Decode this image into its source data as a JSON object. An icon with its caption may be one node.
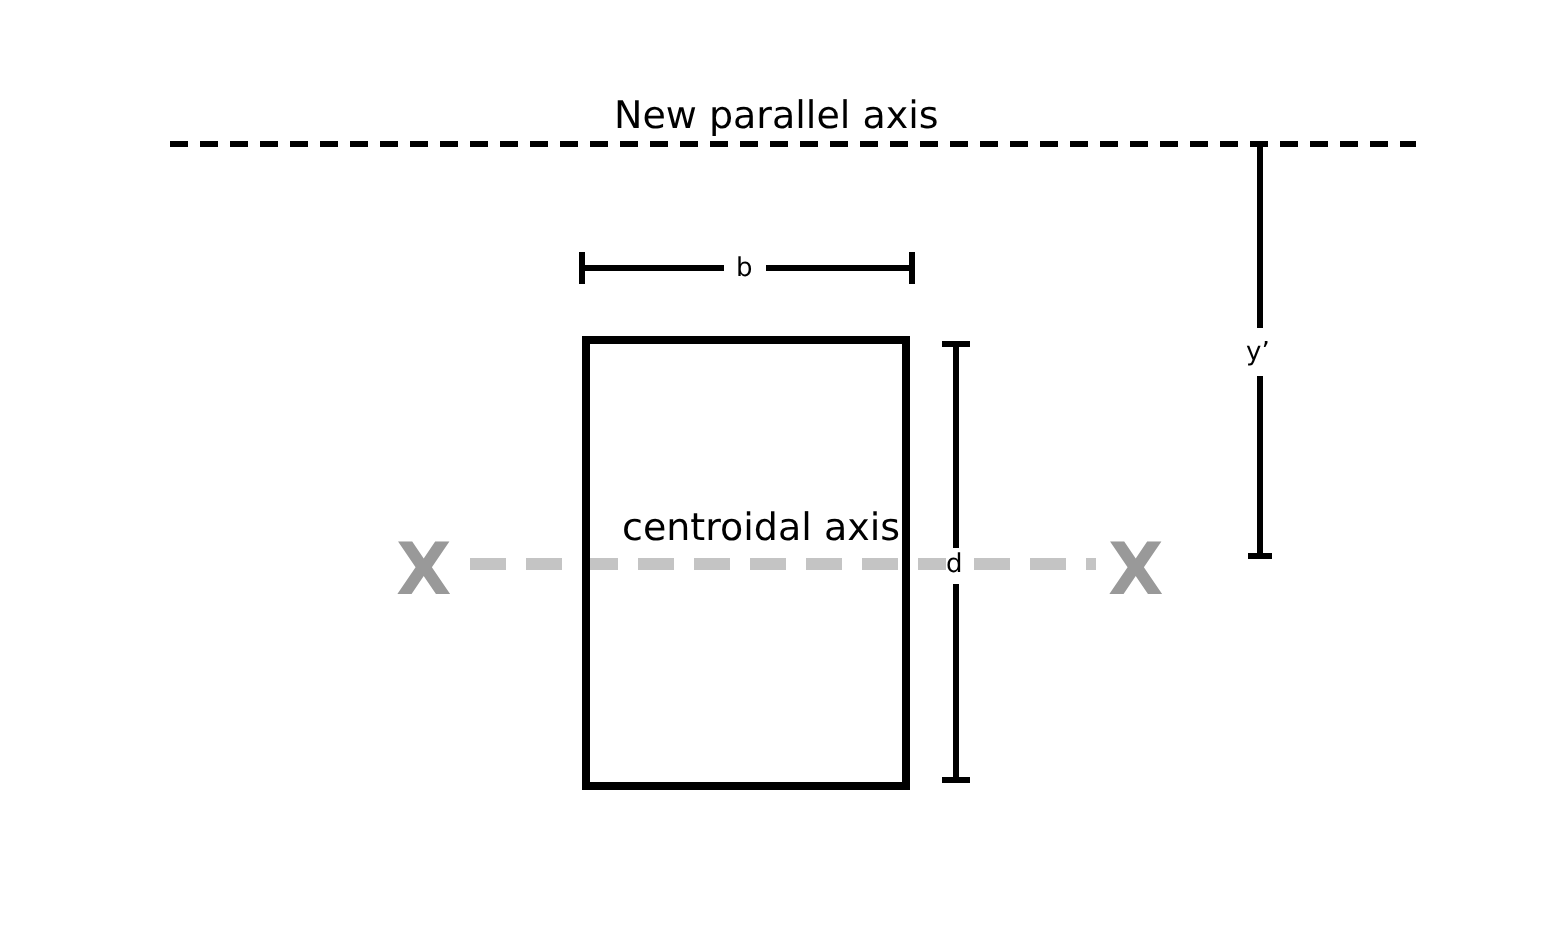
{
  "diagram": {
    "labels": [
      "New parallel axis",
      "b",
      "y’",
      "centroidal axis",
      "X",
      "d",
      "X"
    ]
  }
}
